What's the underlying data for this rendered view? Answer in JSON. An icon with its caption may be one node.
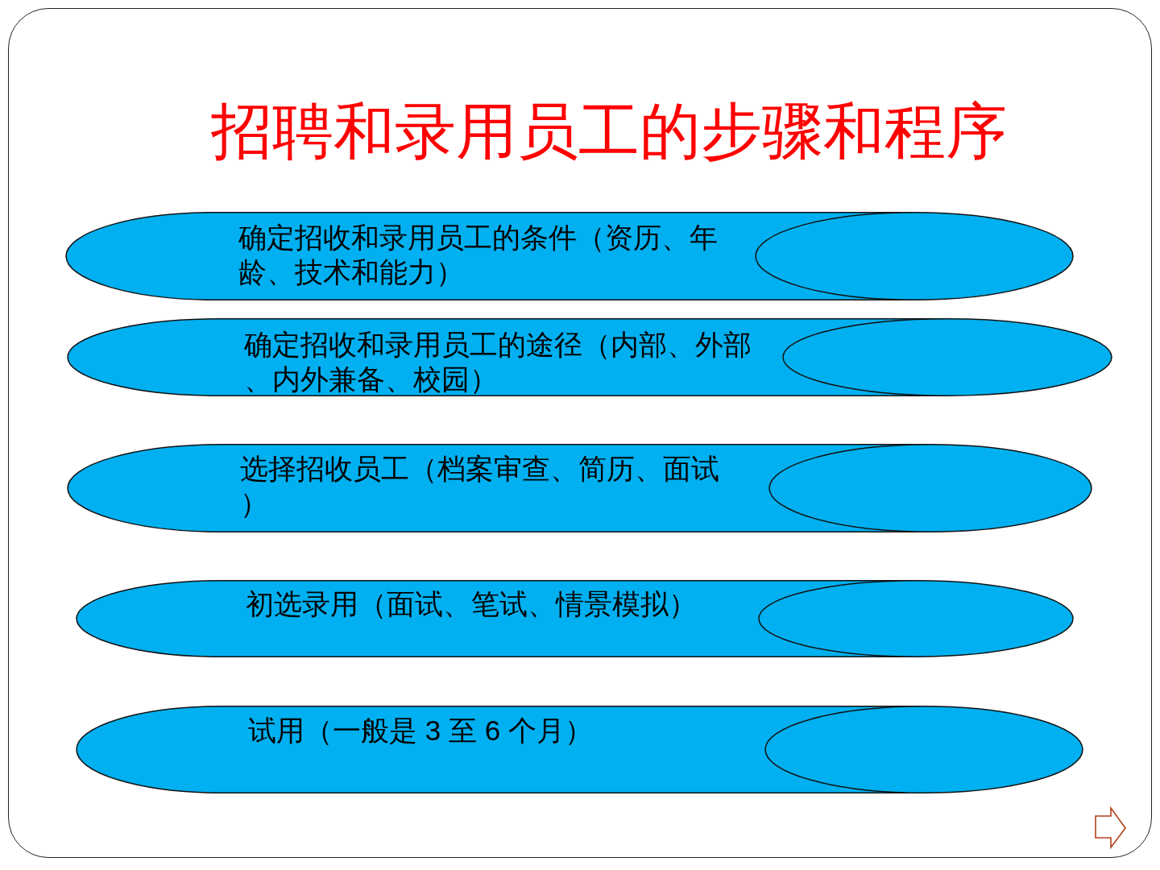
{
  "diagram": {
    "title": "招聘和录用员工的步骤和程序",
    "nodes": [
      {
        "text": [
          "确定招收和录用员工的条件（资历、年龄、技术和能力）"
        ]
      },
      {
        "text": [
          "确定招收和录用员工的途径（内部、外部、内外兼备、校园）"
        ]
      },
      {
        "text": [
          "选择招收员工（档案审查、简历、面试）"
        ]
      },
      {
        "text": [
          "初选录用（面试、笔试、情景模拟）"
        ]
      },
      {
        "text": [
          "试用（一般是 3 至 6 个月）"
        ]
      }
    ]
  }
}
